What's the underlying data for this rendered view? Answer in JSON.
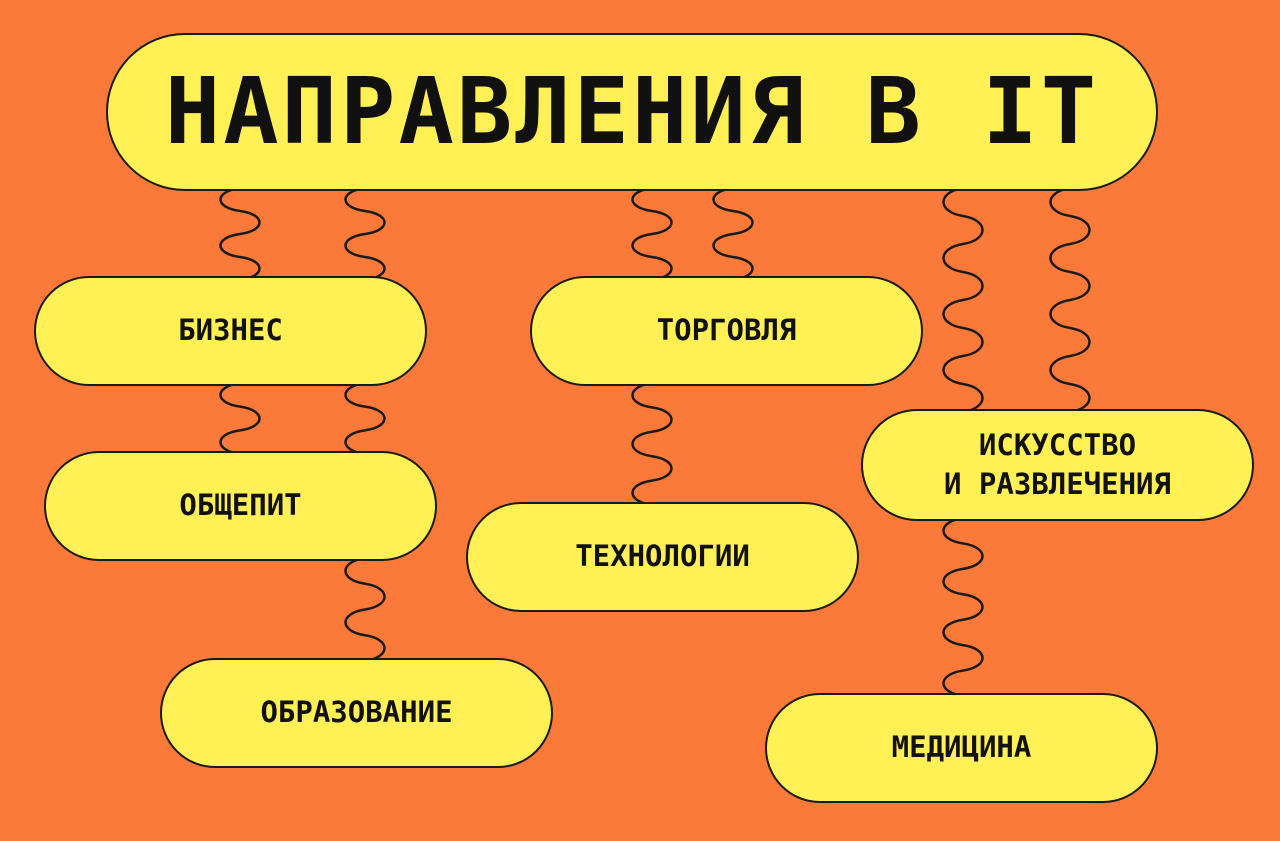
{
  "title": "НАПРАВЛЕНИЯ В IT",
  "nodes": {
    "business": "БИЗНЕС",
    "catering": "ОБЩЕПИТ",
    "education": "ОБРАЗОВАНИЕ",
    "trade": "ТОРГОВЛЯ",
    "technology": "ТЕХНОЛОГИИ",
    "art": "ИСКУССТВО\nИ РАЗВЛЕЧЕНИЯ",
    "medicine": "МЕДИЦИНА"
  },
  "colors": {
    "background": "#fb7a39",
    "pill": "#fff056",
    "stroke": "#1a1a1a"
  }
}
